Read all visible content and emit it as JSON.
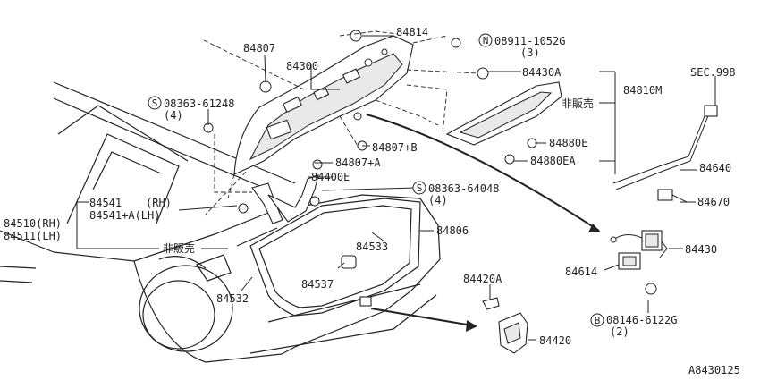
{
  "diagram": {
    "parts": {
      "p84807": "84807",
      "p84814": "84814",
      "p08911": "08911-1052G",
      "p08911_qty": "(3)",
      "p84300": "84300",
      "p84430A": "84430A",
      "p84810M": "84810M",
      "pSEC": "SEC.998",
      "p08363a": "08363-61248",
      "p08363a_qty": "(4)",
      "pHanbai1": "非販売",
      "p84880E": "84880E",
      "p84807B": "84807+B",
      "p84880EA": "84880EA",
      "p84807A": "84807+A",
      "p84640": "84640",
      "p84400E": "84400E",
      "p08363b": "08363-64048",
      "p08363b_qty": "(4)",
      "p84541": "84541",
      "pRH": "(RH)",
      "p84541A": "84541+A(LH)",
      "p84510": "84510(RH)",
      "p84511": "84511(LH)",
      "p84670": "84670",
      "p84806": "84806",
      "p84430": "84430",
      "pHanbai2": "非販売",
      "p84533": "84533",
      "p84614": "84614",
      "p84537": "84537",
      "p84420A": "84420A",
      "p84532": "84532",
      "p08146": "08146-6122G",
      "p08146_qty": "(2)",
      "p84420": "84420"
    },
    "markers": {
      "s": "S",
      "n": "N",
      "b": "B"
    },
    "figure_id": "A8430125"
  }
}
